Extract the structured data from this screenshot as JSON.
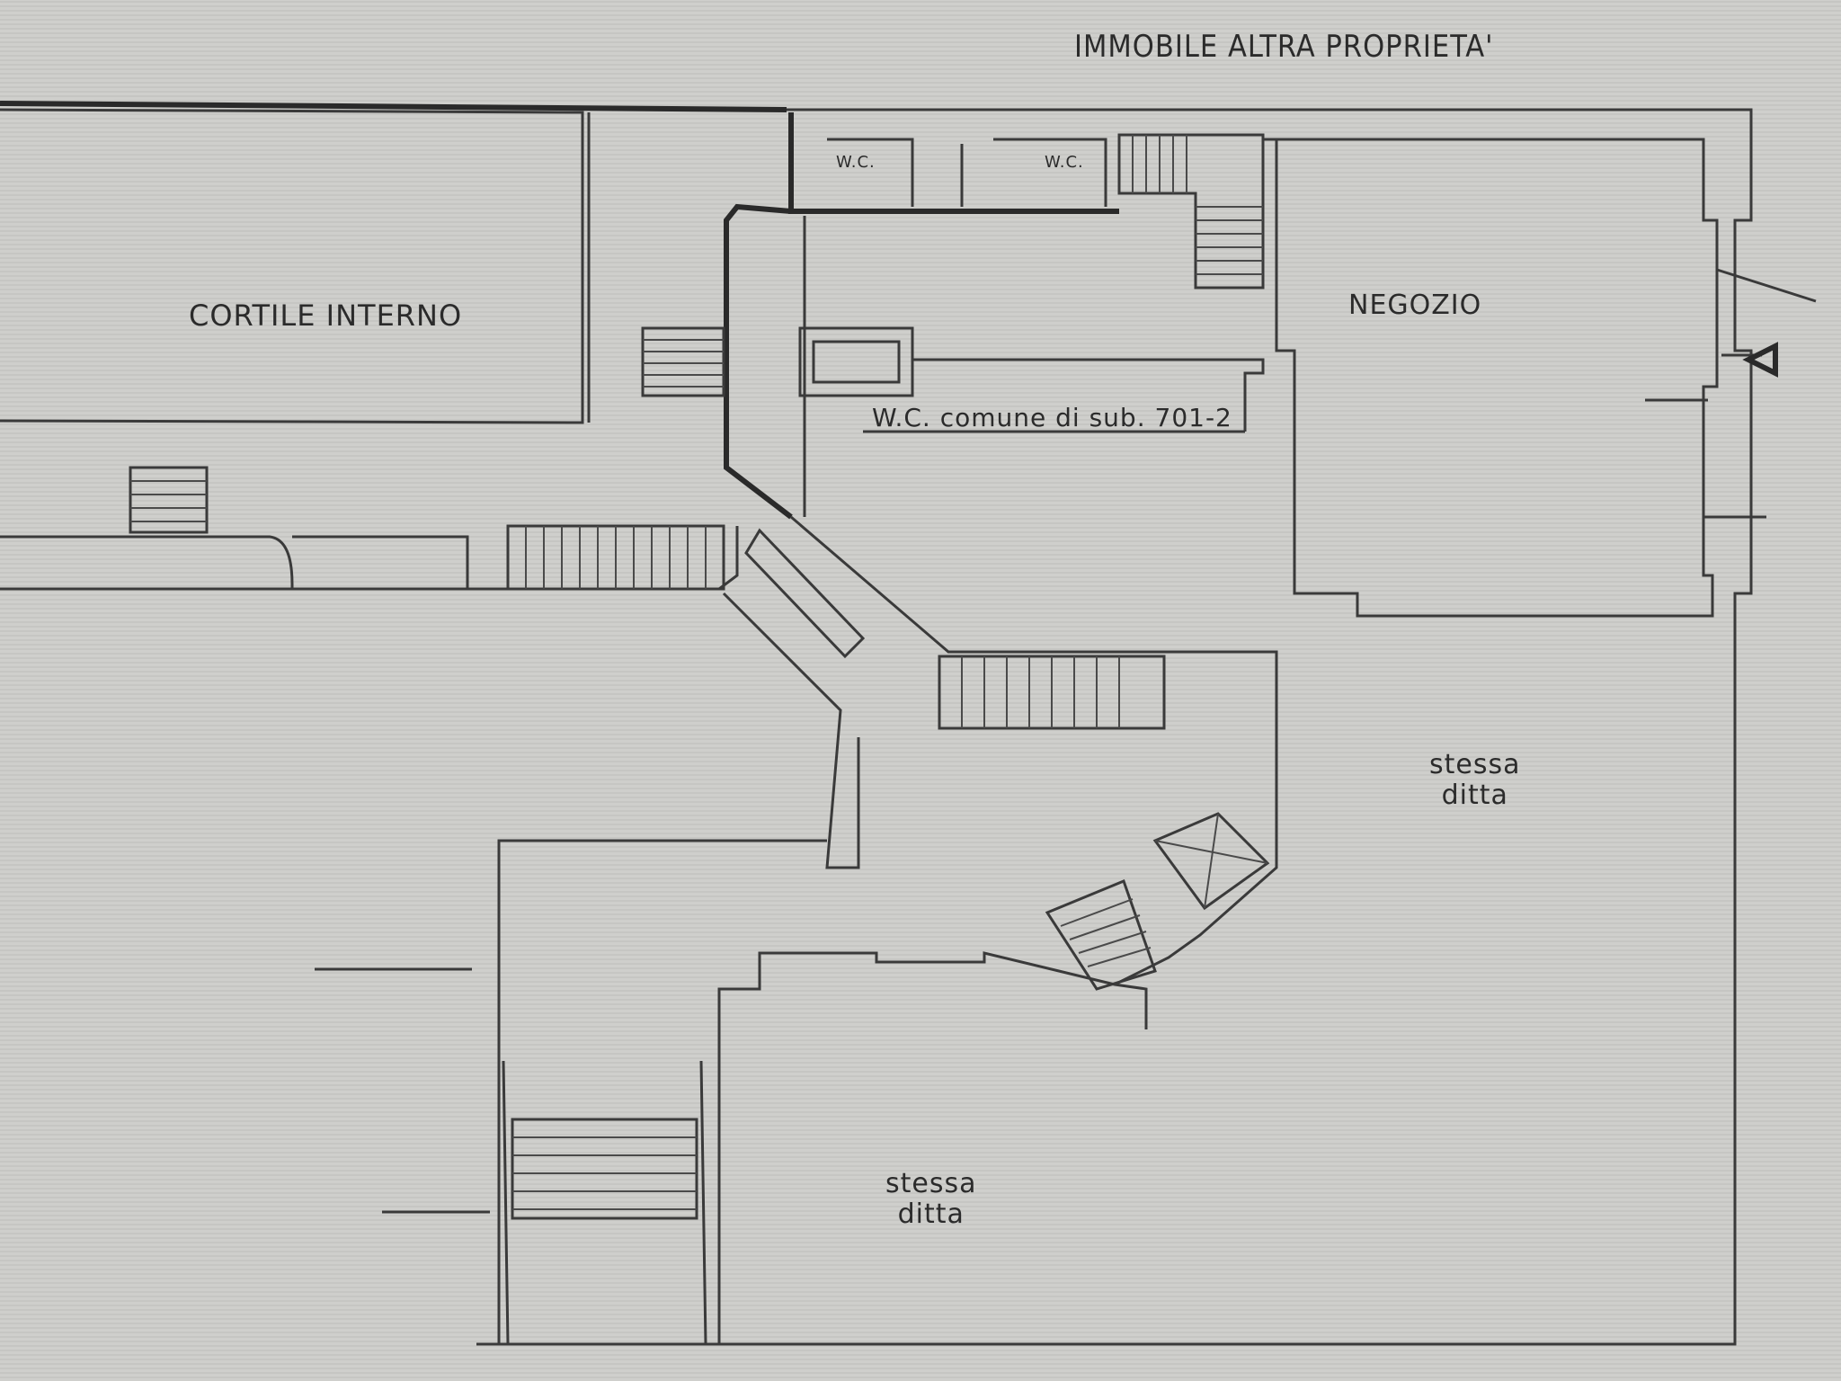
{
  "labels": {
    "title": "IMMOBILE ALTRA PROPRIETA'",
    "cortile": "CORTILE INTERNO",
    "negozio": "NEGOZIO",
    "wc_1": "W.C.",
    "wc_2": "W.C.",
    "wc_comune": "W.C. comune di sub. 701-2",
    "stessa_ditta_1": "stessa\nditta",
    "stessa_ditta_2": "stessa\nditta"
  },
  "colors": {
    "paper": "#c9c9c7",
    "line": "#3a3a3a"
  }
}
